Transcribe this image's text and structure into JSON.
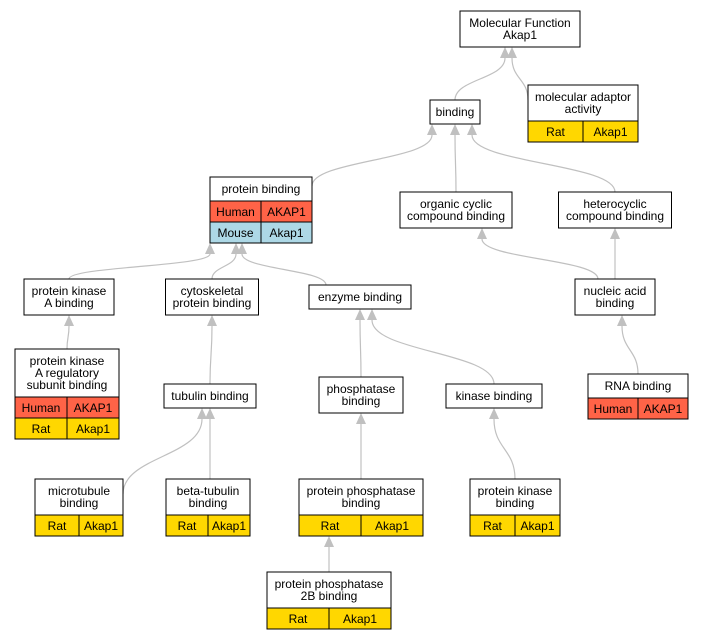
{
  "colors": {
    "human": "#ff6347",
    "mouse": "#add8e6",
    "rat": "#ffd700",
    "edge": "#c0c0c0"
  },
  "nodes": [
    {
      "id": "molecular-function",
      "lines": [
        "Molecular Function",
        "Akap1"
      ],
      "rows": []
    },
    {
      "id": "molecular-adaptor-activity",
      "lines": [
        "molecular adaptor",
        "activity"
      ],
      "rows": [
        [
          "Rat",
          "Akap1"
        ]
      ]
    },
    {
      "id": "binding",
      "lines": [
        "binding"
      ],
      "rows": []
    },
    {
      "id": "protein-binding",
      "lines": [
        "protein binding"
      ],
      "rows": [
        [
          "Human",
          "AKAP1"
        ],
        [
          "Mouse",
          "Akap1"
        ]
      ]
    },
    {
      "id": "organic-cyclic-compound-binding",
      "lines": [
        "organic cyclic",
        "compound binding"
      ],
      "rows": []
    },
    {
      "id": "heterocyclic-compound-binding",
      "lines": [
        "heterocyclic",
        "compound binding"
      ],
      "rows": []
    },
    {
      "id": "protein-kinase-a-binding",
      "lines": [
        "protein kinase",
        "A binding"
      ],
      "rows": []
    },
    {
      "id": "cytoskeletal-protein-binding",
      "lines": [
        "cytoskeletal",
        "protein binding"
      ],
      "rows": []
    },
    {
      "id": "enzyme-binding",
      "lines": [
        "enzyme binding"
      ],
      "rows": []
    },
    {
      "id": "nucleic-acid-binding",
      "lines": [
        "nucleic acid",
        "binding"
      ],
      "rows": []
    },
    {
      "id": "protein-kinase-a-regulatory-subunit-binding",
      "lines": [
        "protein kinase",
        "A regulatory",
        "subunit binding"
      ],
      "rows": [
        [
          "Human",
          "AKAP1"
        ],
        [
          "Rat",
          "Akap1"
        ]
      ]
    },
    {
      "id": "tubulin-binding",
      "lines": [
        "tubulin binding"
      ],
      "rows": []
    },
    {
      "id": "phosphatase-binding",
      "lines": [
        "phosphatase",
        "binding"
      ],
      "rows": []
    },
    {
      "id": "kinase-binding",
      "lines": [
        "kinase binding"
      ],
      "rows": []
    },
    {
      "id": "rna-binding",
      "lines": [
        "RNA binding"
      ],
      "rows": [
        [
          "Human",
          "AKAP1"
        ]
      ]
    },
    {
      "id": "microtubule-binding",
      "lines": [
        "microtubule",
        "binding"
      ],
      "rows": [
        [
          "Rat",
          "Akap1"
        ]
      ]
    },
    {
      "id": "beta-tubulin-binding",
      "lines": [
        "beta-tubulin",
        "binding"
      ],
      "rows": [
        [
          "Rat",
          "Akap1"
        ]
      ]
    },
    {
      "id": "protein-phosphatase-binding",
      "lines": [
        "protein phosphatase",
        "binding"
      ],
      "rows": [
        [
          "Rat",
          "Akap1"
        ]
      ]
    },
    {
      "id": "protein-kinase-binding",
      "lines": [
        "protein kinase",
        "binding"
      ],
      "rows": [
        [
          "Rat",
          "Akap1"
        ]
      ]
    },
    {
      "id": "protein-phosphatase-2b-binding",
      "lines": [
        "protein phosphatase",
        "2B binding"
      ],
      "rows": [
        [
          "Rat",
          "Akap1"
        ]
      ]
    }
  ],
  "edges": [
    {
      "from": "binding",
      "to": "molecular-function"
    },
    {
      "from": "molecular-adaptor-activity",
      "to": "molecular-function"
    },
    {
      "from": "protein-binding",
      "to": "binding"
    },
    {
      "from": "organic-cyclic-compound-binding",
      "to": "binding"
    },
    {
      "from": "heterocyclic-compound-binding",
      "to": "binding"
    },
    {
      "from": "protein-kinase-a-binding",
      "to": "protein-binding"
    },
    {
      "from": "cytoskeletal-protein-binding",
      "to": "protein-binding"
    },
    {
      "from": "enzyme-binding",
      "to": "protein-binding"
    },
    {
      "from": "nucleic-acid-binding",
      "to": "organic-cyclic-compound-binding"
    },
    {
      "from": "nucleic-acid-binding",
      "to": "heterocyclic-compound-binding"
    },
    {
      "from": "protein-kinase-a-regulatory-subunit-binding",
      "to": "protein-kinase-a-binding"
    },
    {
      "from": "tubulin-binding",
      "to": "cytoskeletal-protein-binding"
    },
    {
      "from": "phosphatase-binding",
      "to": "enzyme-binding"
    },
    {
      "from": "kinase-binding",
      "to": "enzyme-binding"
    },
    {
      "from": "rna-binding",
      "to": "nucleic-acid-binding"
    },
    {
      "from": "microtubule-binding",
      "to": "tubulin-binding"
    },
    {
      "from": "beta-tubulin-binding",
      "to": "tubulin-binding"
    },
    {
      "from": "protein-phosphatase-binding",
      "to": "phosphatase-binding"
    },
    {
      "from": "protein-kinase-binding",
      "to": "kinase-binding"
    },
    {
      "from": "protein-phosphatase-2b-binding",
      "to": "protein-phosphatase-binding"
    }
  ]
}
